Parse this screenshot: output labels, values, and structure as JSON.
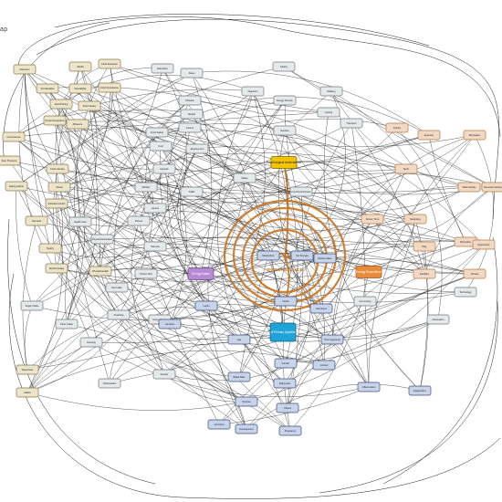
{
  "title_fragment": "ap",
  "center_label": "ENERGY BALANCE",
  "colors": {
    "edge": "#222222",
    "energy": "#c9731e",
    "beige": "#ede4cc",
    "beige_dark": "#d9c79b",
    "tan": "#f2d9c4",
    "gray": "#e6e9ea",
    "blue": "#c8d4ea",
    "purple": "#b78ad1",
    "orange": "#e98b3b",
    "yellow": "#f2c300",
    "cyan": "#1fa3d9"
  },
  "nodes": [
    {
      "id": "n1",
      "text": "Attraction",
      "style": "beige"
    },
    {
      "id": "n2",
      "text": "Media",
      "style": "beige"
    },
    {
      "id": "n3",
      "text": "Acculturation",
      "style": "beige"
    },
    {
      "id": "n4",
      "text": "Desirability",
      "style": "beige"
    },
    {
      "id": "n5",
      "text": "Food Exposure",
      "style": "beige"
    },
    {
      "id": "n6",
      "text": "Food Abundance",
      "style": "beige"
    },
    {
      "id": "n7",
      "text": "Food Pricing",
      "style": "beige"
    },
    {
      "id": "n8",
      "text": "Food Variety",
      "style": "beige"
    },
    {
      "id": "n9",
      "text": "Affluence",
      "style": "beige"
    },
    {
      "id": "n10",
      "text": "Social Acceptance",
      "style": "beige"
    },
    {
      "id": "n11",
      "text": "Convenience",
      "style": "beige"
    },
    {
      "id": "n12",
      "text": "Peer Pressure",
      "style": "beige"
    },
    {
      "id": "n13",
      "text": "Eating Habits",
      "style": "beige"
    },
    {
      "id": "n14",
      "text": "Food Literacy",
      "style": "beige"
    },
    {
      "id": "n15",
      "text": "Stress",
      "style": "beige"
    },
    {
      "id": "n16",
      "text": "Parental Control",
      "style": "beige"
    },
    {
      "id": "n17",
      "text": "Demand",
      "style": "beige"
    },
    {
      "id": "n18",
      "text": "Supply",
      "style": "beige"
    },
    {
      "id": "n19",
      "text": "Alcohol Intake",
      "style": "beige"
    },
    {
      "id": "n20",
      "text": "Physical Health",
      "style": "beige"
    },
    {
      "id": "n21",
      "text": "Health Care",
      "style": "gray"
    },
    {
      "id": "n22",
      "text": "Physical Education",
      "style": "gray"
    },
    {
      "id": "n23",
      "text": "Education",
      "style": "gray"
    },
    {
      "id": "n24",
      "text": "Sleep",
      "style": "gray"
    },
    {
      "id": "n25",
      "text": "Pollution",
      "style": "gray"
    },
    {
      "id": "n26",
      "text": "Food Safety",
      "style": "gray"
    },
    {
      "id": "n27",
      "text": "Income",
      "style": "gray"
    },
    {
      "id": "n28",
      "text": "Employment",
      "style": "gray"
    },
    {
      "id": "n29",
      "text": "Cost",
      "style": "gray"
    },
    {
      "id": "n30",
      "text": "Mobility",
      "style": "gray"
    },
    {
      "id": "n31",
      "text": "Leisure",
      "style": "gray"
    },
    {
      "id": "n32",
      "text": "Fitness",
      "style": "gray"
    },
    {
      "id": "n33",
      "text": "Stamina",
      "style": "gray"
    },
    {
      "id": "n34",
      "text": "Portion Size",
      "style": "gray"
    },
    {
      "id": "n35",
      "text": "Fat Intake",
      "style": "gray"
    },
    {
      "id": "n36",
      "text": "Snacking",
      "style": "gray"
    },
    {
      "id": "n37",
      "text": "Fibre Intake",
      "style": "gray"
    },
    {
      "id": "n38",
      "text": "Sugar Intake",
      "style": "gray"
    },
    {
      "id": "n39",
      "text": "Weight",
      "style": "gray"
    },
    {
      "id": "n40",
      "text": "Appetite",
      "style": "gray"
    },
    {
      "id": "n41",
      "text": "Satiety",
      "style": "gray"
    },
    {
      "id": "n42",
      "text": "Energy Density",
      "style": "gray"
    },
    {
      "id": "n43",
      "text": "Nutrition",
      "style": "gray"
    },
    {
      "id": "n44",
      "text": "Digestion",
      "style": "gray"
    },
    {
      "id": "n45",
      "text": "Walking",
      "style": "gray"
    },
    {
      "id": "n46",
      "text": "Cycling",
      "style": "gray"
    },
    {
      "id": "n47",
      "text": "Transport",
      "style": "gray"
    },
    {
      "id": "n48",
      "text": "Safety",
      "style": "gray"
    },
    {
      "id": "n49",
      "text": "Traffic",
      "style": "gray"
    },
    {
      "id": "n50",
      "text": "Green Space",
      "style": "gray"
    },
    {
      "id": "n51",
      "text": "Urbanisation",
      "style": "gray"
    },
    {
      "id": "n52",
      "text": "Housing",
      "style": "gray"
    },
    {
      "id": "n53",
      "text": "Density",
      "style": "gray"
    },
    {
      "id": "n54",
      "text": "Energy Intake",
      "style": "purple"
    },
    {
      "id": "n55",
      "text": "Energy Expenditure",
      "style": "orange"
    },
    {
      "id": "n56",
      "text": "Psychological Ambivalence",
      "style": "yellow"
    },
    {
      "id": "n57",
      "text": "Degree of Primary Appetite Control",
      "style": "cyan"
    },
    {
      "id": "n58",
      "text": "Metabolism",
      "style": "blue"
    },
    {
      "id": "n59",
      "text": "Fat Storage",
      "style": "blue"
    },
    {
      "id": "n60",
      "text": "Muscle Mass",
      "style": "blue"
    },
    {
      "id": "n61",
      "text": "Insulin",
      "style": "blue"
    },
    {
      "id": "n62",
      "text": "Leptin",
      "style": "blue"
    },
    {
      "id": "n63",
      "text": "Genetics",
      "style": "blue"
    },
    {
      "id": "n64",
      "text": "Age",
      "style": "blue"
    },
    {
      "id": "n65",
      "text": "Gender",
      "style": "blue"
    },
    {
      "id": "n66",
      "text": "Hormones",
      "style": "blue"
    },
    {
      "id": "n67",
      "text": "Thermogenesis",
      "style": "blue"
    },
    {
      "id": "n68",
      "text": "Basal Rate",
      "style": "blue"
    },
    {
      "id": "n69",
      "text": "Adipocytes",
      "style": "blue"
    },
    {
      "id": "n70",
      "text": "Glucose",
      "style": "blue"
    },
    {
      "id": "n71",
      "text": "Ghrelin",
      "style": "blue"
    },
    {
      "id": "n72",
      "text": "Cortisol",
      "style": "blue"
    },
    {
      "id": "n73",
      "text": "Inflammation",
      "style": "blue"
    },
    {
      "id": "n74",
      "text": "Gut Flora",
      "style": "blue"
    },
    {
      "id": "n75",
      "text": "Development",
      "style": "blue"
    },
    {
      "id": "n76",
      "text": "Pregnancy",
      "style": "blue"
    },
    {
      "id": "n77",
      "text": "Epigenetics",
      "style": "blue"
    },
    {
      "id": "n78",
      "text": "Activity",
      "style": "tan"
    },
    {
      "id": "n79",
      "text": "Exercise",
      "style": "tan"
    },
    {
      "id": "n80",
      "text": "Sport",
      "style": "tan"
    },
    {
      "id": "n81",
      "text": "Recreation",
      "style": "tan"
    },
    {
      "id": "n82",
      "text": "Work Activity",
      "style": "tan"
    },
    {
      "id": "n83",
      "text": "Domestic Activity",
      "style": "tan"
    },
    {
      "id": "n84",
      "text": "Screen Time",
      "style": "tan"
    },
    {
      "id": "n85",
      "text": "Sedentary",
      "style": "tan"
    },
    {
      "id": "n86",
      "text": "Play",
      "style": "tan"
    },
    {
      "id": "n87",
      "text": "Motivation",
      "style": "tan"
    },
    {
      "id": "n88",
      "text": "Opportunity",
      "style": "tan"
    },
    {
      "id": "n89",
      "text": "Facilities",
      "style": "tan"
    },
    {
      "id": "n90",
      "text": "Climate",
      "style": "tan"
    },
    {
      "id": "n91",
      "text": "Technology",
      "style": "gray"
    },
    {
      "id": "n92",
      "text": "Automation",
      "style": "gray"
    },
    {
      "id": "n93",
      "text": "Commuting",
      "style": "gray"
    },
    {
      "id": "n94",
      "text": "Functional Fitness",
      "style": "gray"
    },
    {
      "id": "n95",
      "text": "Sweetness",
      "style": "beige"
    },
    {
      "id": "n96",
      "text": "Habits",
      "style": "beige"
    }
  ]
}
